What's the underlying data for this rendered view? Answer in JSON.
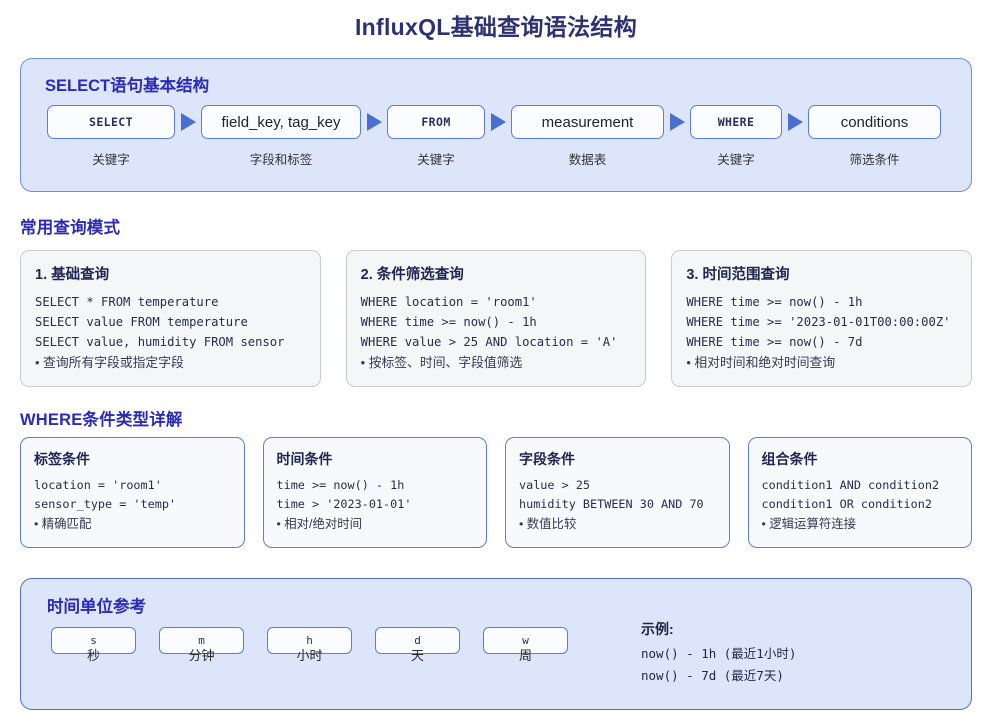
{
  "title": "InfluxQL基础查询语法结构",
  "select_panel": {
    "title": "SELECT语句基本结构",
    "flow": [
      {
        "text": "SELECT",
        "caption": "关键字",
        "kind": "kw",
        "width": 128
      },
      {
        "text": "field_key, tag_key",
        "caption": "字段和标签",
        "kind": "val",
        "width": 160
      },
      {
        "text": "FROM",
        "caption": "关键字",
        "kind": "kw",
        "width": 98
      },
      {
        "text": "measurement",
        "caption": "数据表",
        "kind": "val",
        "width": 153
      },
      {
        "text": "WHERE",
        "caption": "关键字",
        "kind": "kw",
        "width": 92
      },
      {
        "text": "conditions",
        "caption": "筛选条件",
        "kind": "val",
        "width": 133
      }
    ]
  },
  "patterns_section": {
    "heading": "常用查询模式",
    "cards": [
      {
        "title": "1. 基础查询",
        "code": [
          "SELECT * FROM temperature",
          "SELECT value FROM temperature",
          "SELECT value, humidity FROM sensor"
        ],
        "note": "• 查询所有字段或指定字段"
      },
      {
        "title": "2. 条件筛选查询",
        "code": [
          "WHERE location = 'room1'",
          "WHERE time >= now() - 1h",
          "WHERE value > 25 AND location = 'A'"
        ],
        "note": "• 按标签、时间、字段值筛选"
      },
      {
        "title": "3. 时间范围查询",
        "code": [
          "WHERE time >= now() - 1h",
          "WHERE time >= '2023-01-01T00:00:00Z'",
          "WHERE time >= now() - 7d"
        ],
        "note": "• 相对时间和绝对时间查询"
      }
    ]
  },
  "where_section": {
    "heading": "WHERE条件类型详解",
    "cards": [
      {
        "title": "标签条件",
        "code": [
          "location = 'room1'",
          "sensor_type = 'temp'"
        ],
        "note": "• 精确匹配"
      },
      {
        "title": "时间条件",
        "code": [
          "time >= now() - 1h",
          "time > '2023-01-01'"
        ],
        "note": "• 相对/绝对时间"
      },
      {
        "title": "字段条件",
        "code": [
          "value > 25",
          "humidity BETWEEN 30 AND 70"
        ],
        "note": "• 数值比较"
      },
      {
        "title": "组合条件",
        "code": [
          "condition1 AND condition2",
          "condition1 OR condition2"
        ],
        "note": "• 逻辑运算符连接"
      }
    ]
  },
  "time_panel": {
    "title": "时间单位参考",
    "units": [
      {
        "symbol": "s",
        "label": "秒"
      },
      {
        "symbol": "m",
        "label": "分钟"
      },
      {
        "symbol": "h",
        "label": "小时"
      },
      {
        "symbol": "d",
        "label": "天"
      },
      {
        "symbol": "w",
        "label": "周"
      }
    ],
    "examples_title": "示例:",
    "examples": [
      "now() - 1h (最近1小时)",
      "now() - 7d (最近7天)"
    ]
  },
  "colors": {
    "title": "#2c3170",
    "heading": "#2b2bb5",
    "panel_bg": "#dde5fb",
    "panel_border": "#6f8ee0",
    "box_border": "#5b7fd4",
    "arrow": "#4a6fd0",
    "card_bg": "#f5f6f8",
    "card_border": "#c9cbd4"
  }
}
